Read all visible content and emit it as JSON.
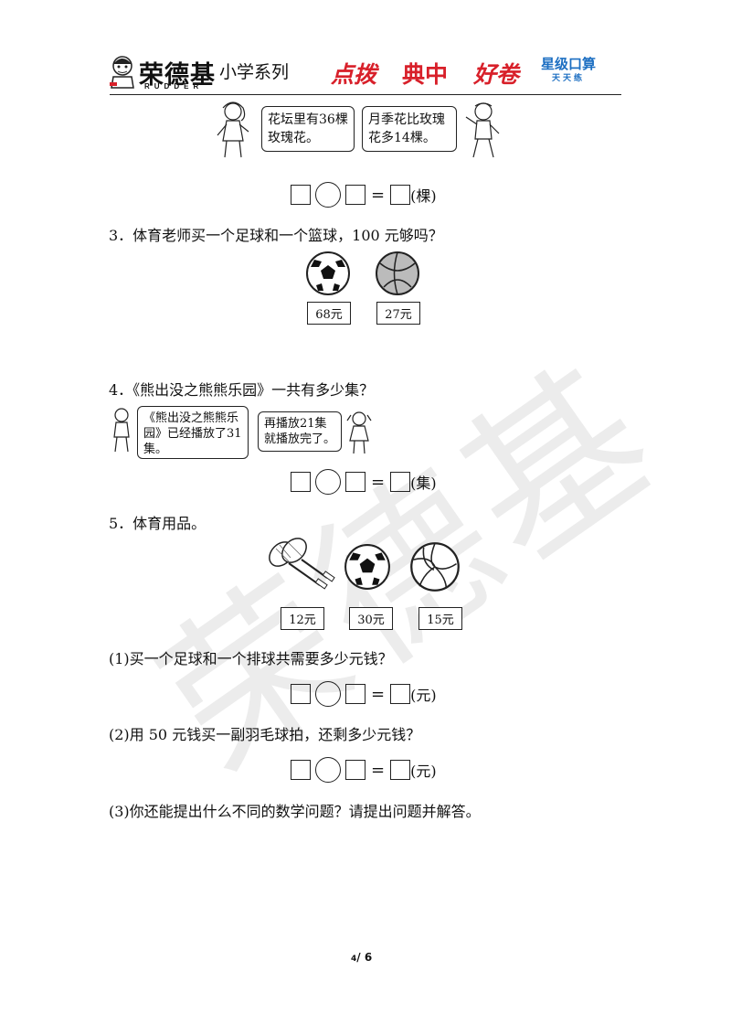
{
  "header": {
    "brand": "荣德基",
    "brand_sub": "RUDDER",
    "series": "小学系列",
    "tag1": "点拨",
    "tag2": "典中",
    "tag3": "好卷",
    "tag4_main": "星级口算",
    "tag4_sub": "天天练"
  },
  "q2": {
    "bubble_left": "花坛里有36棵玫瑰花。",
    "bubble_right": "月季花比玫瑰花多14棵。",
    "unit": "(棵)"
  },
  "q3": {
    "text": "3．体育老师买一个足球和一个篮球，100 元够吗？",
    "prices": [
      "68元",
      "27元"
    ]
  },
  "q4": {
    "text": "4．《熊出没之熊熊乐园》一共有多少集？",
    "bubble_left": "《熊出没之熊熊乐园》已经播放了31集。",
    "bubble_right": "再播放21集就播放完了。",
    "unit": "(集)"
  },
  "q5": {
    "text": "5．体育用品。",
    "prices": [
      "12元",
      "30元",
      "15元"
    ],
    "sub1": "(1)买一个足球和一个排球共需要多少元钱？",
    "sub1_unit": "(元)",
    "sub2": "(2)用 50 元钱买一副羽毛球拍，还剩多少元钱？",
    "sub2_unit": "(元)",
    "sub3": "(3)你还能提出什么不同的数学问题？请提出问题并解答。"
  },
  "equals": "=",
  "watermark": "荣德基",
  "page": {
    "current": "4",
    "total": "6"
  }
}
